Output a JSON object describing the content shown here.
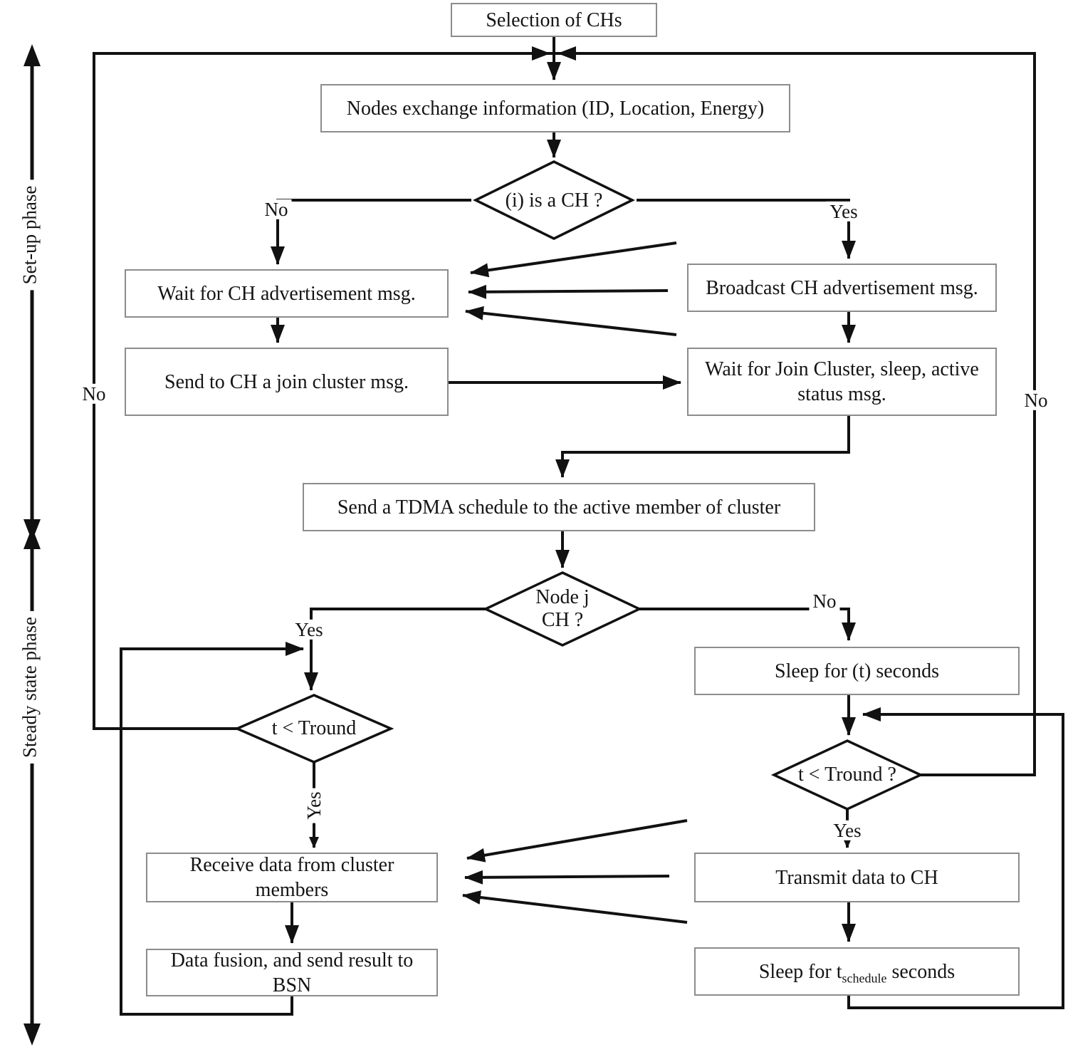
{
  "figure": {
    "title_hint": "Clustering protocol flowchart",
    "phases": {
      "setup": "Set-up phase",
      "steady": "Steady state phase"
    },
    "nodes": {
      "selection": "Selection of CHs",
      "exchange": "Nodes exchange information (ID, Location, Energy)",
      "is_ch": "(i) is a CH ?",
      "wait_adv": "Wait for CH advertisement msg.",
      "send_join": "Send to CH a join cluster msg.",
      "broadcast_adv": "Broadcast CH advertisement msg.",
      "wait_join": "Wait for Join Cluster, sleep, active status msg.",
      "tdma": "Send a TDMA schedule to the active member of cluster",
      "node_j_line1": "Node j",
      "node_j_line2": "CH ?",
      "t_round_left": "t < Tround",
      "t_round_right": "t < Tround ?",
      "receive": "Receive data from cluster members",
      "fusion": "Data fusion, and send result to BSN",
      "sleep_t": "Sleep for (t) seconds",
      "transmit": "Transmit data to CH",
      "sleep_schedule_pre": "Sleep for t",
      "sleep_schedule_sub": "schedule",
      "sleep_schedule_post": " seconds"
    },
    "labels": {
      "no_left_border": "No",
      "no_is_ch": "No",
      "yes_is_ch": "Yes",
      "yes_node_j": "Yes",
      "no_node_j": "No",
      "yes_t_round_left": "Yes",
      "yes_t_round_right": "Yes",
      "no_right_border": "No"
    },
    "colors": {
      "line": "#111111",
      "box_border": "#8c8c8c",
      "text": "#141414",
      "background": "#ffffff"
    }
  }
}
